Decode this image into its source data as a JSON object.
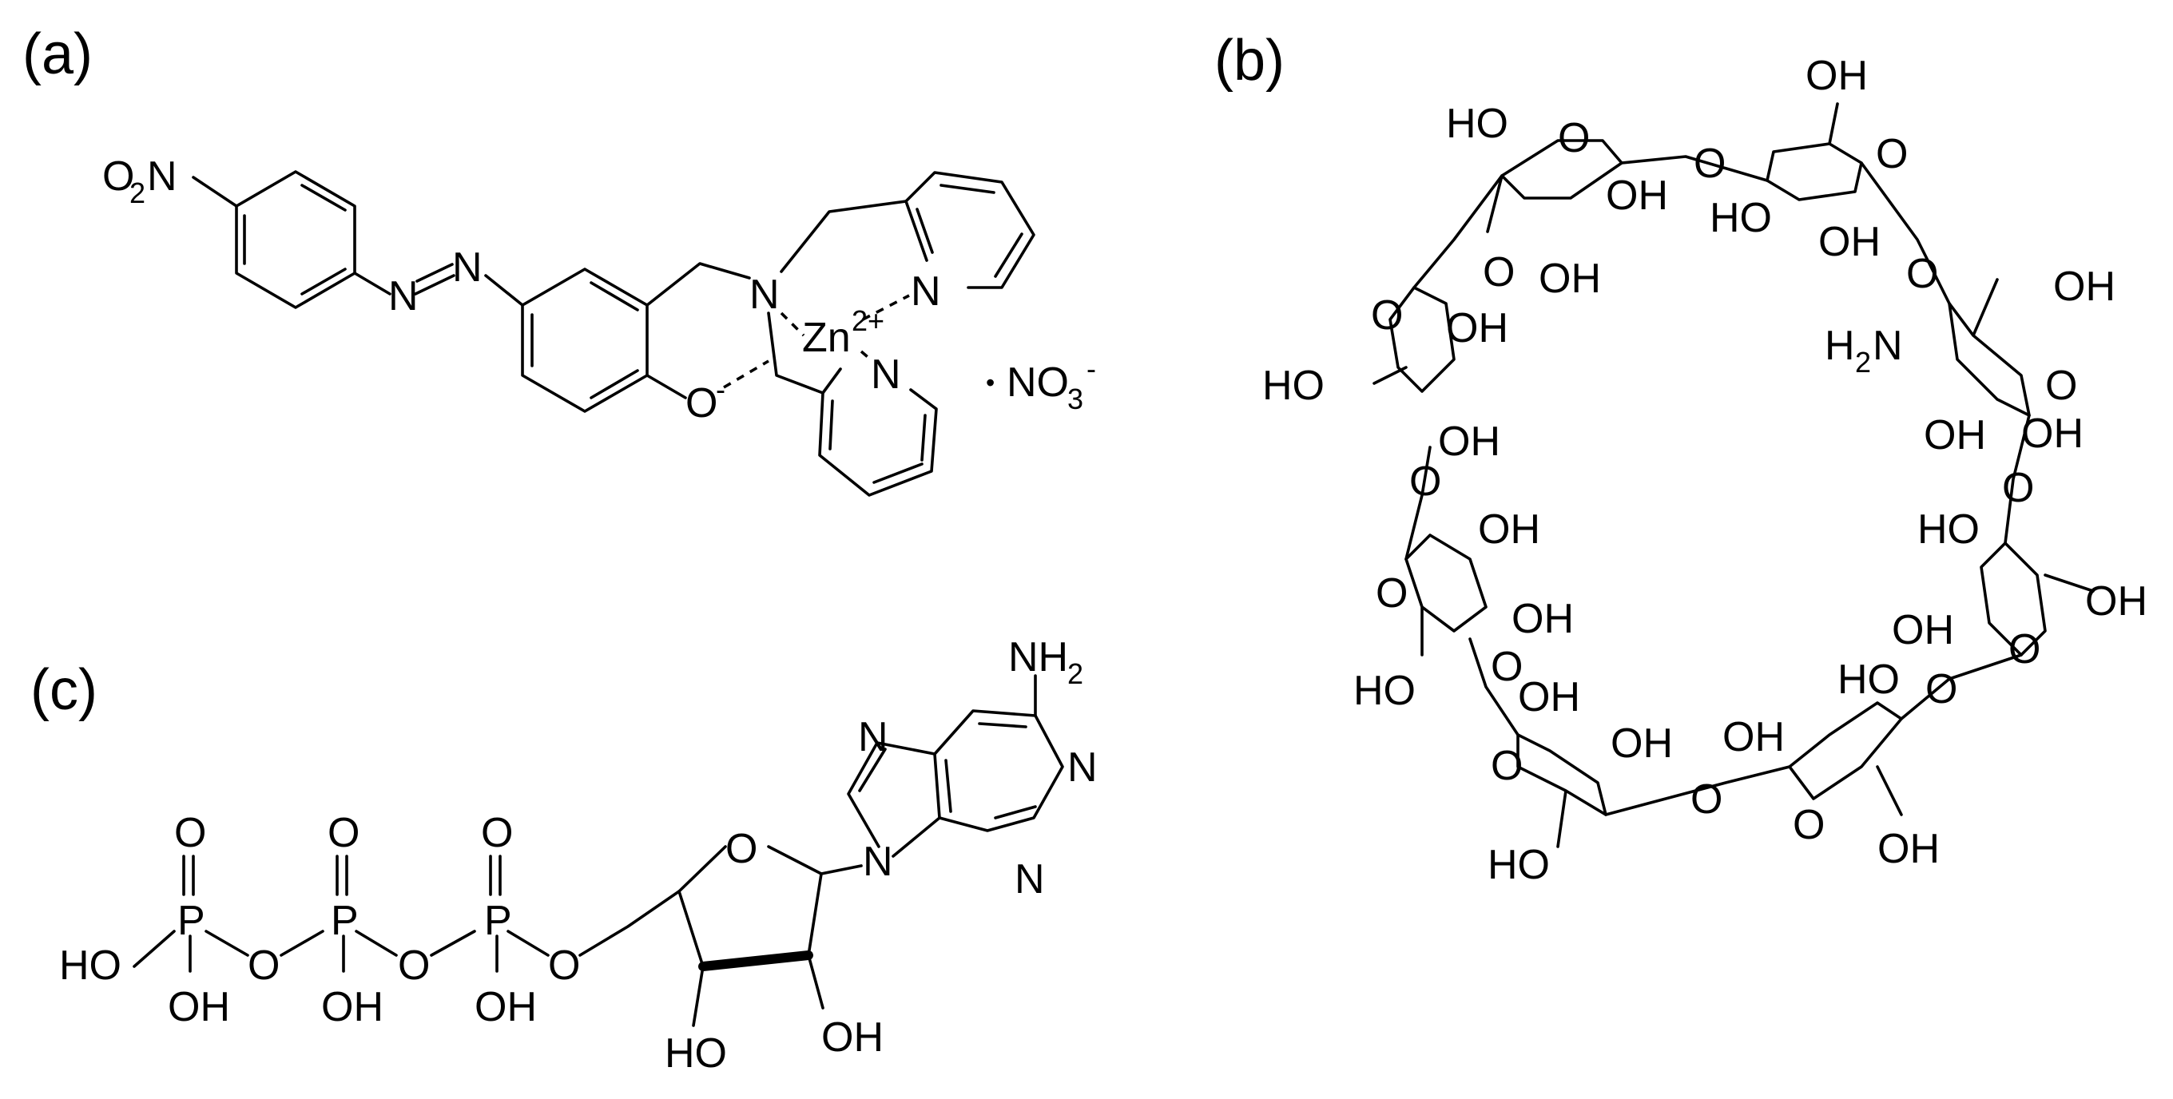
{
  "panels": {
    "a": {
      "label": "(a)"
    },
    "b": {
      "label": "(b)"
    },
    "c": {
      "label": "(c)"
    }
  },
  "molecule_a": {
    "nitro_O": "O",
    "nitro_sub": "2",
    "nitro_N": "N",
    "azo_N1": "N",
    "azo_N2": "N",
    "amine_N": "N",
    "metal": "Zn",
    "metal_charge": "2+",
    "phenolate_O": "O",
    "phenolate_charge": "-",
    "py1_N": "N",
    "py2_N": "N",
    "counterion_dot": "•",
    "counterion": "NO",
    "counterion_sub": "3",
    "counterion_charge": "-"
  },
  "molecule_b": {
    "ring_O": "O",
    "link_O": "O",
    "hydroxyl_OH": "OH",
    "hydroxyl_HO": "HO",
    "amine_H": "H",
    "amine_sub": "2",
    "amine_N": "N"
  },
  "molecule_c": {
    "amine": "NH",
    "amine_sub": "2",
    "purine_N": "N",
    "phosphorus": "P",
    "oxygen": "O",
    "hydroxyl_OH": "OH",
    "hydroxyl_HO": "HO"
  }
}
